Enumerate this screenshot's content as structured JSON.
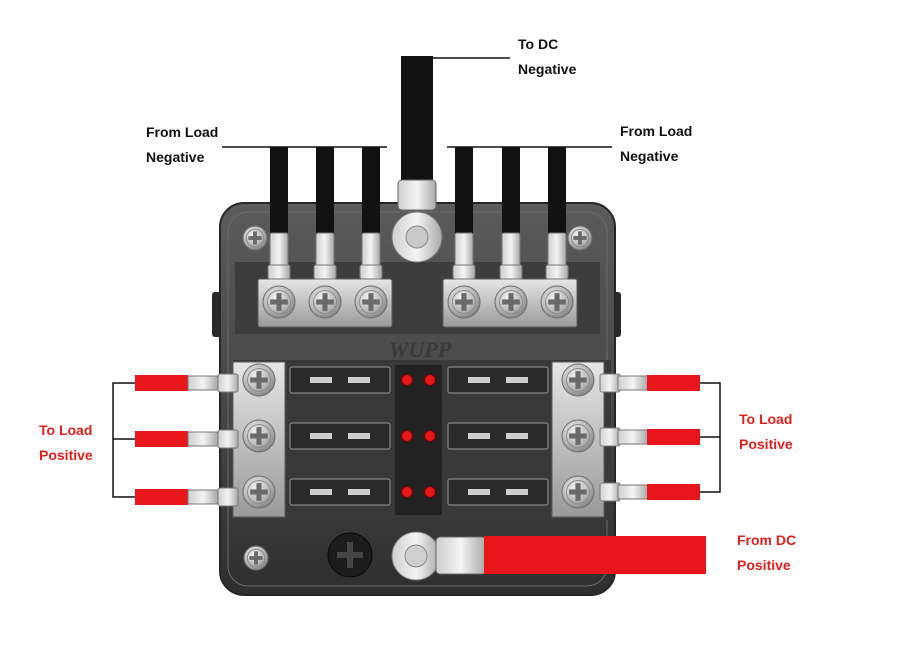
{
  "labels": {
    "to_dc_negative": {
      "line1": "To DC",
      "line2": "Negative"
    },
    "from_load_negative_left": {
      "line1": "From Load",
      "line2": "Negative"
    },
    "from_load_negative_right": {
      "line1": "From Load",
      "line2": "Negative"
    },
    "to_load_positive_left": {
      "line1": "To Load",
      "line2": "Positive"
    },
    "to_load_positive_right": {
      "line1": "To Load",
      "line2": "Positive"
    },
    "from_dc_positive": {
      "line1": "From DC",
      "line2": "Positive"
    }
  },
  "brand": "WUPP",
  "colors": {
    "positive_wire": "#e8161b",
    "negative_wire": "#111111",
    "label_positive": "#e0201c",
    "label_negative": "#111111",
    "housing": "#4a4a4a",
    "led": "#e01818"
  }
}
